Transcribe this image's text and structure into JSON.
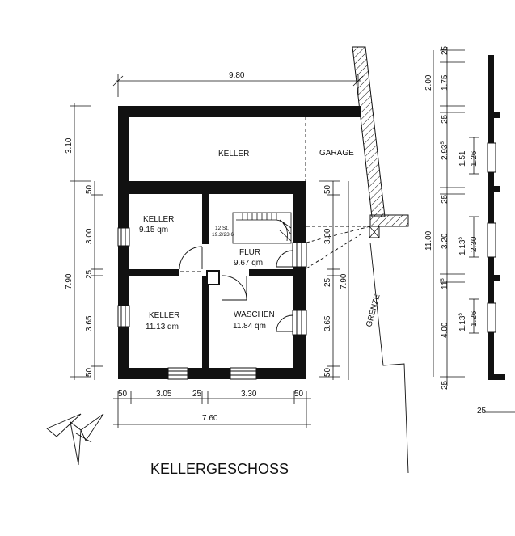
{
  "rooms": {
    "keller_top": "KELLER",
    "garage": "GARAGE",
    "keller_left": "KELLER",
    "keller_left_area": "9.15 qm",
    "flur": "FLUR",
    "flur_area": "9.67 qm",
    "keller_bottom": "KELLER",
    "keller_bottom_area": "11.13 qm",
    "waschen": "WASCHEN",
    "waschen_area": "11.84 qm"
  },
  "stair": {
    "steps": "12 St.",
    "ratio": "19.2/23.6"
  },
  "labels": {
    "grenze": "GRENZE",
    "title": "KELLERGESCHOSS"
  },
  "dims": {
    "top_width": "9.80",
    "left_outer_top": "3.10",
    "left_outer_total": "7.90",
    "left_50a": "50",
    "left_300": "3.00",
    "left_25": "25",
    "left_365": "3.65",
    "left_50b": "50",
    "bottom_50a": "50",
    "bottom_305": "3.05",
    "bottom_25": "25",
    "bottom_330": "3.30",
    "bottom_50b": "50",
    "bottom_total": "7.60",
    "right_50a": "50",
    "right_300": "3.00",
    "right_25": "25",
    "right_365": "3.65",
    "right_50b": "50",
    "right_total": "7.90",
    "side_25_top": "25",
    "side_175": "1.75",
    "side_200": "2.00",
    "side_25b": "25",
    "side_293": "2.93",
    "side_293_sup": "5",
    "side_151": "1.51",
    "side_126a": "1.26",
    "side_25c": "25",
    "side_320": "3.20",
    "side_1100": "11.00",
    "side_113a": "1.13",
    "side_113a_sup": "5",
    "side_230": "2.30",
    "side_115": "11",
    "side_115_sup": "5",
    "side_400": "4.00",
    "side_113b": "1.13",
    "side_113b_sup": "5",
    "side_126b": "1.26",
    "side_25d": "25",
    "far_25": "25"
  }
}
